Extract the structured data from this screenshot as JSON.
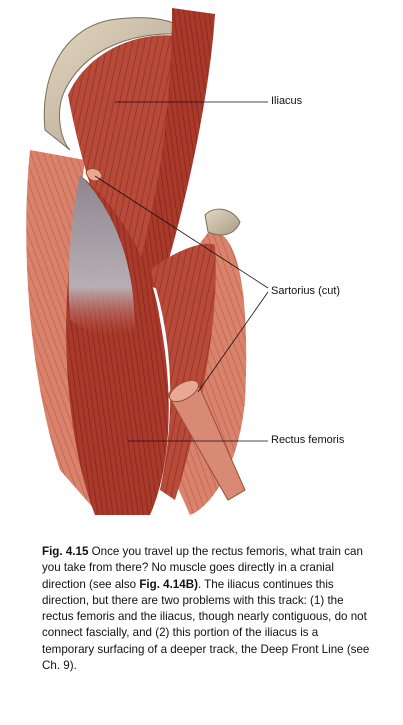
{
  "figure": {
    "labels": {
      "iliacus": "Iliacus",
      "sartorius": "Sartorius (cut)",
      "rectus_femoris": "Rectus femoris"
    }
  },
  "caption": {
    "fig_number": "Fig. 4.15",
    "text_1": " Once you travel up the rectus femoris, what train can you take from there? No muscle goes directly in a cranial direction (see also ",
    "ref": "Fig. 4.14B)",
    "text_2": ". The iliacus continues this direction, but there are two problems with this track: (1) the rectus femoris and the iliacus, though nearly contiguous, do not connect fascially, and (2) this portion of the iliacus is a temporary surfacing of a deeper track, the Deep Front Line (see Ch. 9)."
  }
}
